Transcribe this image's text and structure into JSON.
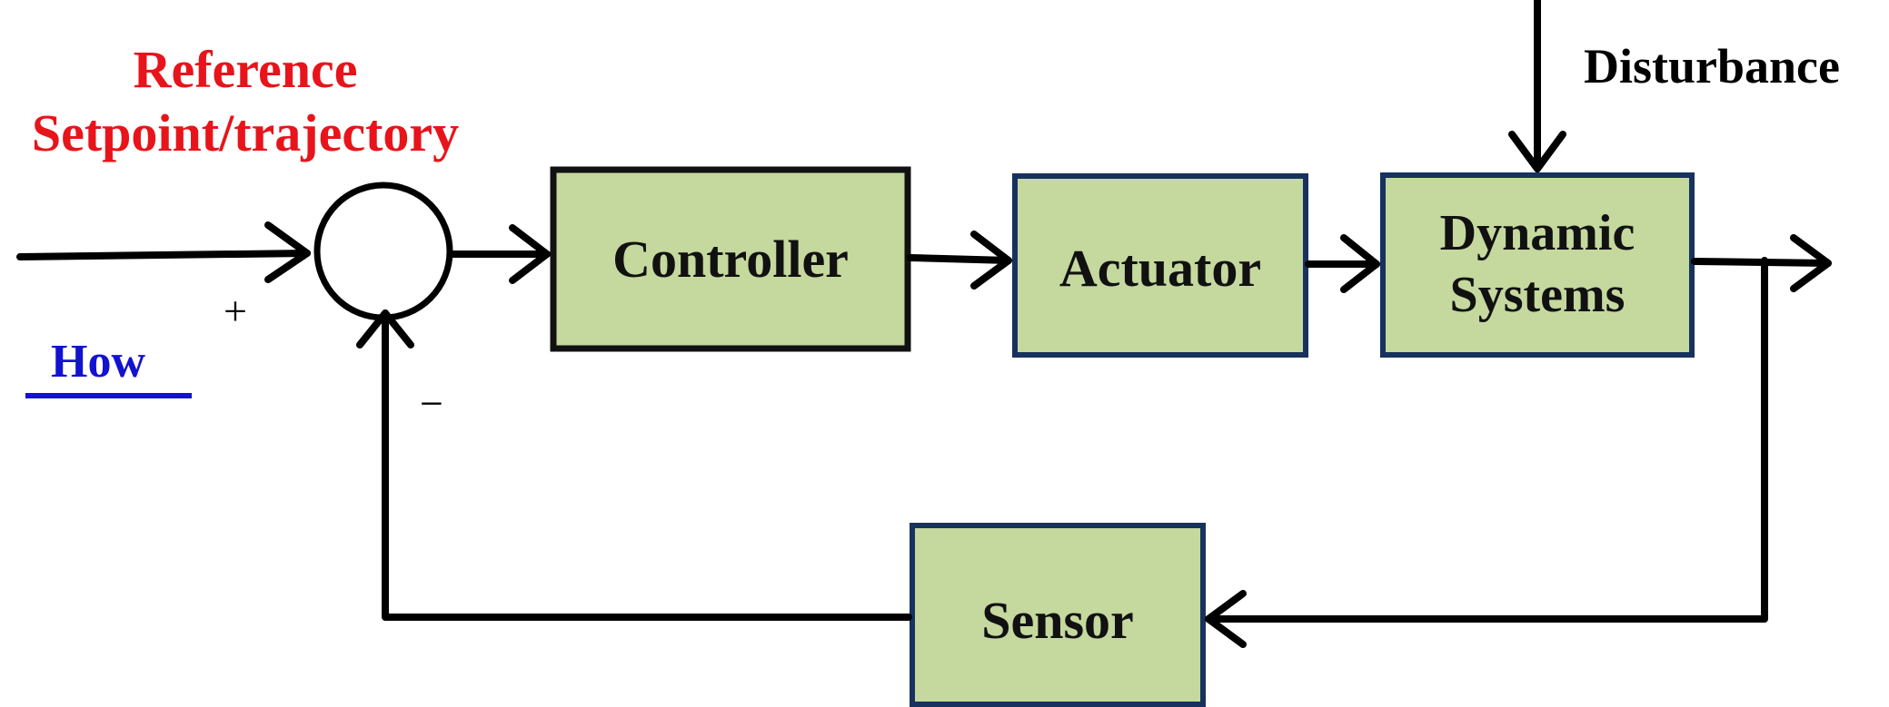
{
  "labels": {
    "reference_line1": "Reference",
    "reference_line2": "Setpoint/trajectory",
    "disturbance": "Disturbance",
    "how": "How",
    "plus": "+",
    "minus": "−"
  },
  "blocks": {
    "controller": "Controller",
    "actuator": "Actuator",
    "dynamic_line1": "Dynamic",
    "dynamic_line2": "Systems",
    "sensor": "Sensor"
  },
  "colors": {
    "reference_text": "#e8141b",
    "how_text": "#1212d0",
    "block_fill": "#c5d89e",
    "controller_border": "#111111",
    "block_border": "#17325e",
    "line": "#000000"
  }
}
